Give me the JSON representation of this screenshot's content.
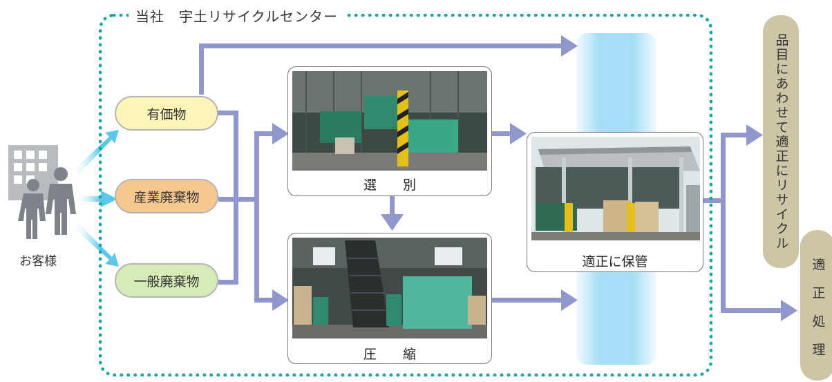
{
  "frame": {
    "title": "当社　宇土リサイクルセンター",
    "border_color": "#1aa6a6"
  },
  "customer": {
    "label": "お客様"
  },
  "waste_types": [
    {
      "label": "有価物",
      "color": "#fbf5b8"
    },
    {
      "label": "産業廃棄物",
      "color": "#f6c88d"
    },
    {
      "label": "一般廃棄物",
      "color": "#d6ebb5"
    }
  ],
  "processes": {
    "sorting": {
      "label": "選　　別"
    },
    "compression": {
      "label": "圧　　縮"
    },
    "storage": {
      "label": "適正に保管"
    }
  },
  "outputs": {
    "recycle": {
      "label": "品目にあわせて適正にリサイクル"
    },
    "disposal": {
      "label": "適正処理"
    }
  },
  "colors": {
    "arrow": "#9097cc",
    "customer_arrow": "#5cc7ec",
    "storage_band": "#a0dcf5",
    "output_pill": "#cdc6a6"
  }
}
